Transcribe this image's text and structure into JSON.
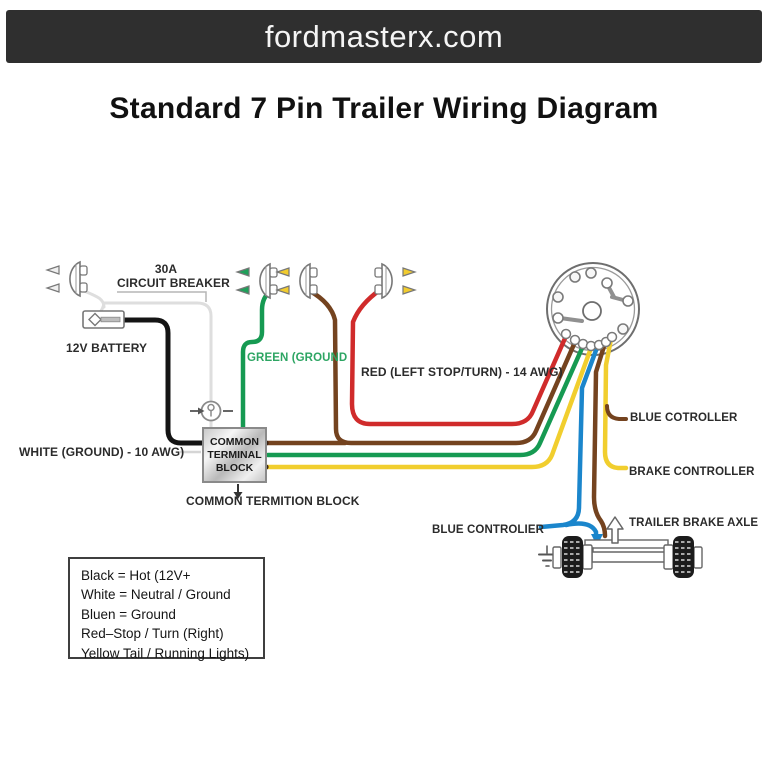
{
  "banner": {
    "text": "fordmasterx.com",
    "bg": "#2f2f2f"
  },
  "title": "Standard 7 Pin Trailer Wiring Diagram",
  "labels": {
    "breaker_amp": "30A",
    "circuit_breaker": "CIRCUIT BREAKER",
    "battery": "12V BATTERY",
    "green_wire": "GREEN (GROUND",
    "red_wire": "RED (LEFT STOP/TURN) - 14 AWG)",
    "white_wire": "WHITE (GROUND) - 10 AWG)",
    "terminal_block_line1": "COMMON",
    "terminal_block_line2": "TERMINAL",
    "terminal_block_line3": "BLOCK",
    "terminal_block_caption": "COMMON TERMITION BLOCK",
    "blue_cotroller": "BLUE COTROLLER",
    "brake_controller": "BRAKE CONTROLLER",
    "blue_controller": "BLUE CONTROLIER",
    "trailer_brake_axle": "TRAILER BRAKE AXLE"
  },
  "legend": {
    "items": [
      "Black = Hot (12V+",
      "White = Neutral / Ground",
      "Bluen = Ground",
      "Red–Stop / Turn (Right)",
      "Yellow Tail / Running Lights)"
    ]
  },
  "colors": {
    "red_wire": "#d02b2b",
    "brown_wire": "#74431f",
    "green_wire": "#169a52",
    "yellow_wire": "#f1ce2e",
    "blue_wire": "#1b86cc",
    "black_wire": "#141414",
    "white_wire": "#dedede",
    "green_label": "#2da563",
    "banner_bg": "#2f2f2f"
  },
  "icons": {
    "plugs": "trailer-light-plug-icon",
    "battery": "battery-icon",
    "breaker": "circuit-breaker-icon",
    "connector": "seven-pin-round-connector-icon",
    "axle": "trailer-brake-axle-icon",
    "ground": "ground-symbol-icon"
  }
}
